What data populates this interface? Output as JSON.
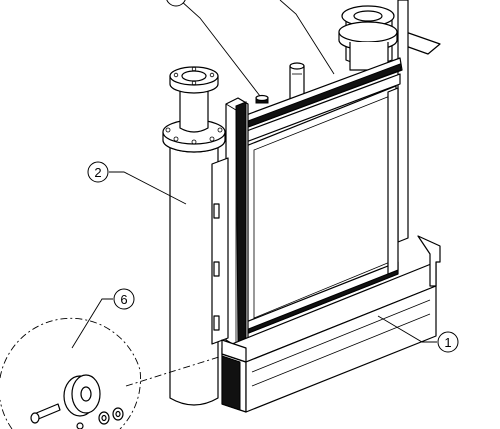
{
  "callouts": [
    {
      "id": "callout-1",
      "label": "1"
    },
    {
      "id": "callout-2",
      "label": "2"
    },
    {
      "id": "callout-6",
      "label": "6"
    }
  ]
}
